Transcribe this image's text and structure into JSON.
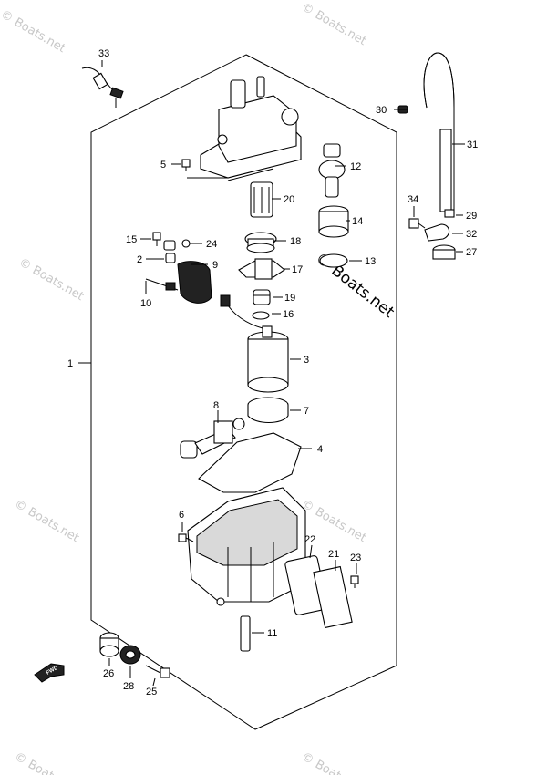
{
  "watermarks": {
    "text": "© Boats.net",
    "main_text": "© Boats.net"
  },
  "direction": {
    "label": "FWD"
  },
  "callouts": {
    "c1": "1",
    "c2": "2",
    "c3": "3",
    "c4": "4",
    "c5": "5",
    "c6": "6",
    "c7": "7",
    "c8": "8",
    "c9": "9",
    "c10": "10",
    "c11": "11",
    "c12": "12",
    "c13": "13",
    "c14": "14",
    "c15": "15",
    "c16": "16",
    "c17": "17",
    "c18": "18",
    "c19": "19",
    "c20": "20",
    "c21": "21",
    "c22": "22",
    "c23": "23",
    "c24": "24",
    "c25": "25",
    "c26": "26",
    "c27": "27",
    "c28": "28",
    "c29": "29",
    "c30": "30",
    "c31": "31",
    "c32": "32",
    "c33": "33",
    "c34": "34"
  }
}
